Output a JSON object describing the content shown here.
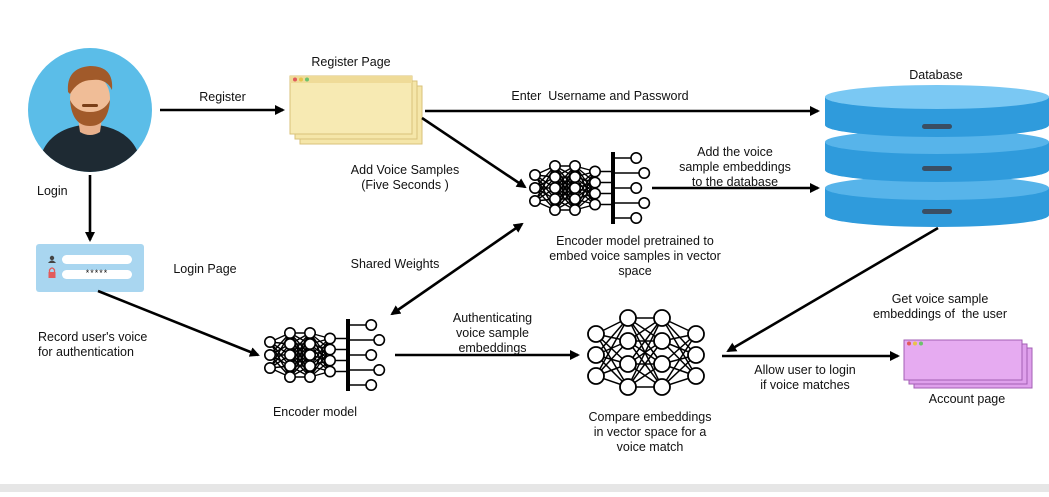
{
  "nodes": {
    "user_icon": "user-avatar",
    "register_page": {
      "title": "Register Page"
    },
    "login_page": {
      "title": "Login Page",
      "password_mask": "*****"
    },
    "database": {
      "title": "Database"
    },
    "encoder_top": {
      "caption": "Encoder model pretrained to\nembed voice samples in vector\nspace"
    },
    "encoder_bottom": {
      "caption": "Encoder model"
    },
    "comparator": {
      "caption": "Compare embeddings\nin vector space for a\nvoice match"
    },
    "account_page": {
      "title": "Account page"
    }
  },
  "edges": {
    "register": "Register",
    "login": "Login",
    "enter_credentials": "Enter  Username and Password",
    "add_voice_samples": "Add Voice Samples\n(Five Seconds )",
    "add_embeddings": "Add the voice\nsample embeddings\nto the database",
    "shared_weights": "Shared Weights",
    "record_voice": "Record user's voice\nfor authentication",
    "authenticating": "Authenticating\nvoice sample\nembeddings",
    "get_embeddings": "Get voice sample\nembeddings of  the user",
    "allow_login": "Allow user to login\nif voice matches"
  },
  "colors": {
    "avatar_bg": "#5bbde8",
    "register_page": "#f5e6a9",
    "login_page": "#a9d6f0",
    "database": "#2f9bdc",
    "account_page": "#dfa0ec",
    "line": "#000000"
  }
}
